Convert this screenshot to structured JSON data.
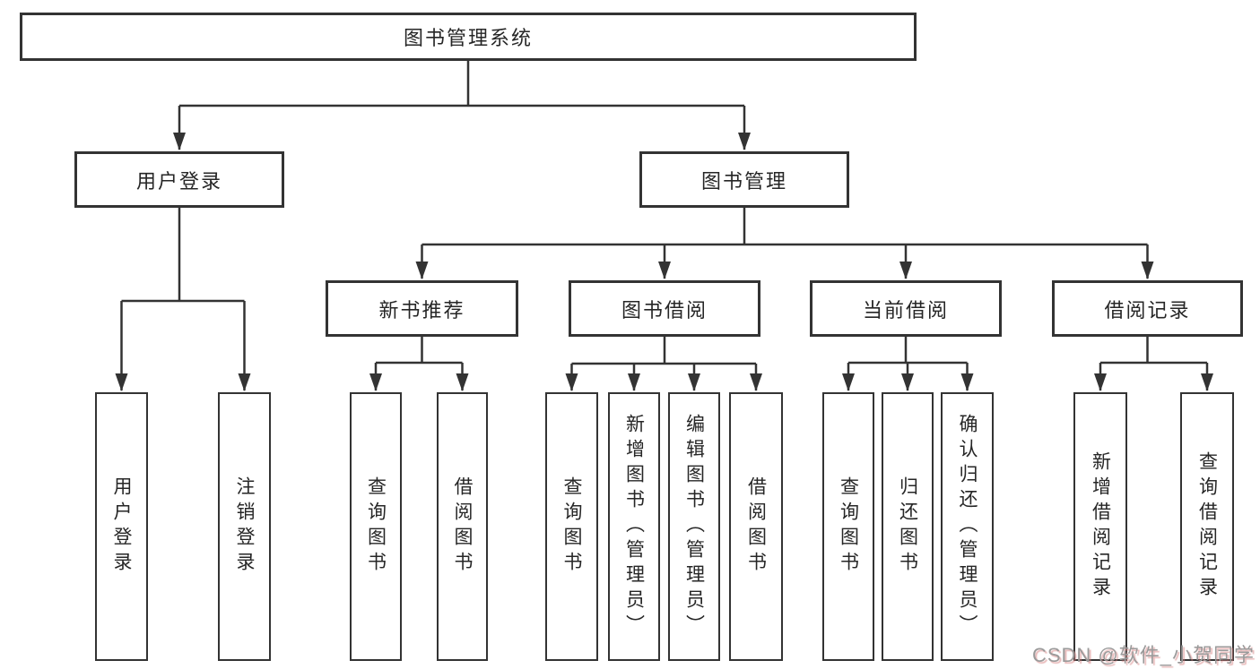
{
  "tree": {
    "root": {
      "label": "图书管理系统"
    },
    "branches": [
      {
        "label": "用户登录",
        "children": [
          {
            "label": "用户登录"
          },
          {
            "label": "注销登录"
          }
        ]
      },
      {
        "label": "图书管理",
        "children": [
          {
            "label": "新书推荐",
            "children": [
              {
                "label": "查询图书"
              },
              {
                "label": "借阅图书"
              }
            ]
          },
          {
            "label": "图书借阅",
            "children": [
              {
                "label": "查询图书"
              },
              {
                "label": "新增图书（管理员）"
              },
              {
                "label": "编辑图书（管理员）"
              },
              {
                "label": "借阅图书"
              }
            ]
          },
          {
            "label": "当前借阅",
            "children": [
              {
                "label": "查询图书"
              },
              {
                "label": "归还图书"
              },
              {
                "label": "确认归还（管理员）"
              }
            ]
          },
          {
            "label": "借阅记录",
            "children": [
              {
                "label": "新增借阅记录"
              },
              {
                "label": "查询借阅记录"
              }
            ]
          }
        ]
      }
    ]
  },
  "watermark": {
    "text": "CSDN @软件_小贺同学"
  },
  "colors": {
    "line": "#333333",
    "box_border": "#333333",
    "text": "#262626",
    "background": "#ffffff",
    "watermark_text": "#9a9a9a",
    "watermark_shadow": "#d67d7d"
  }
}
